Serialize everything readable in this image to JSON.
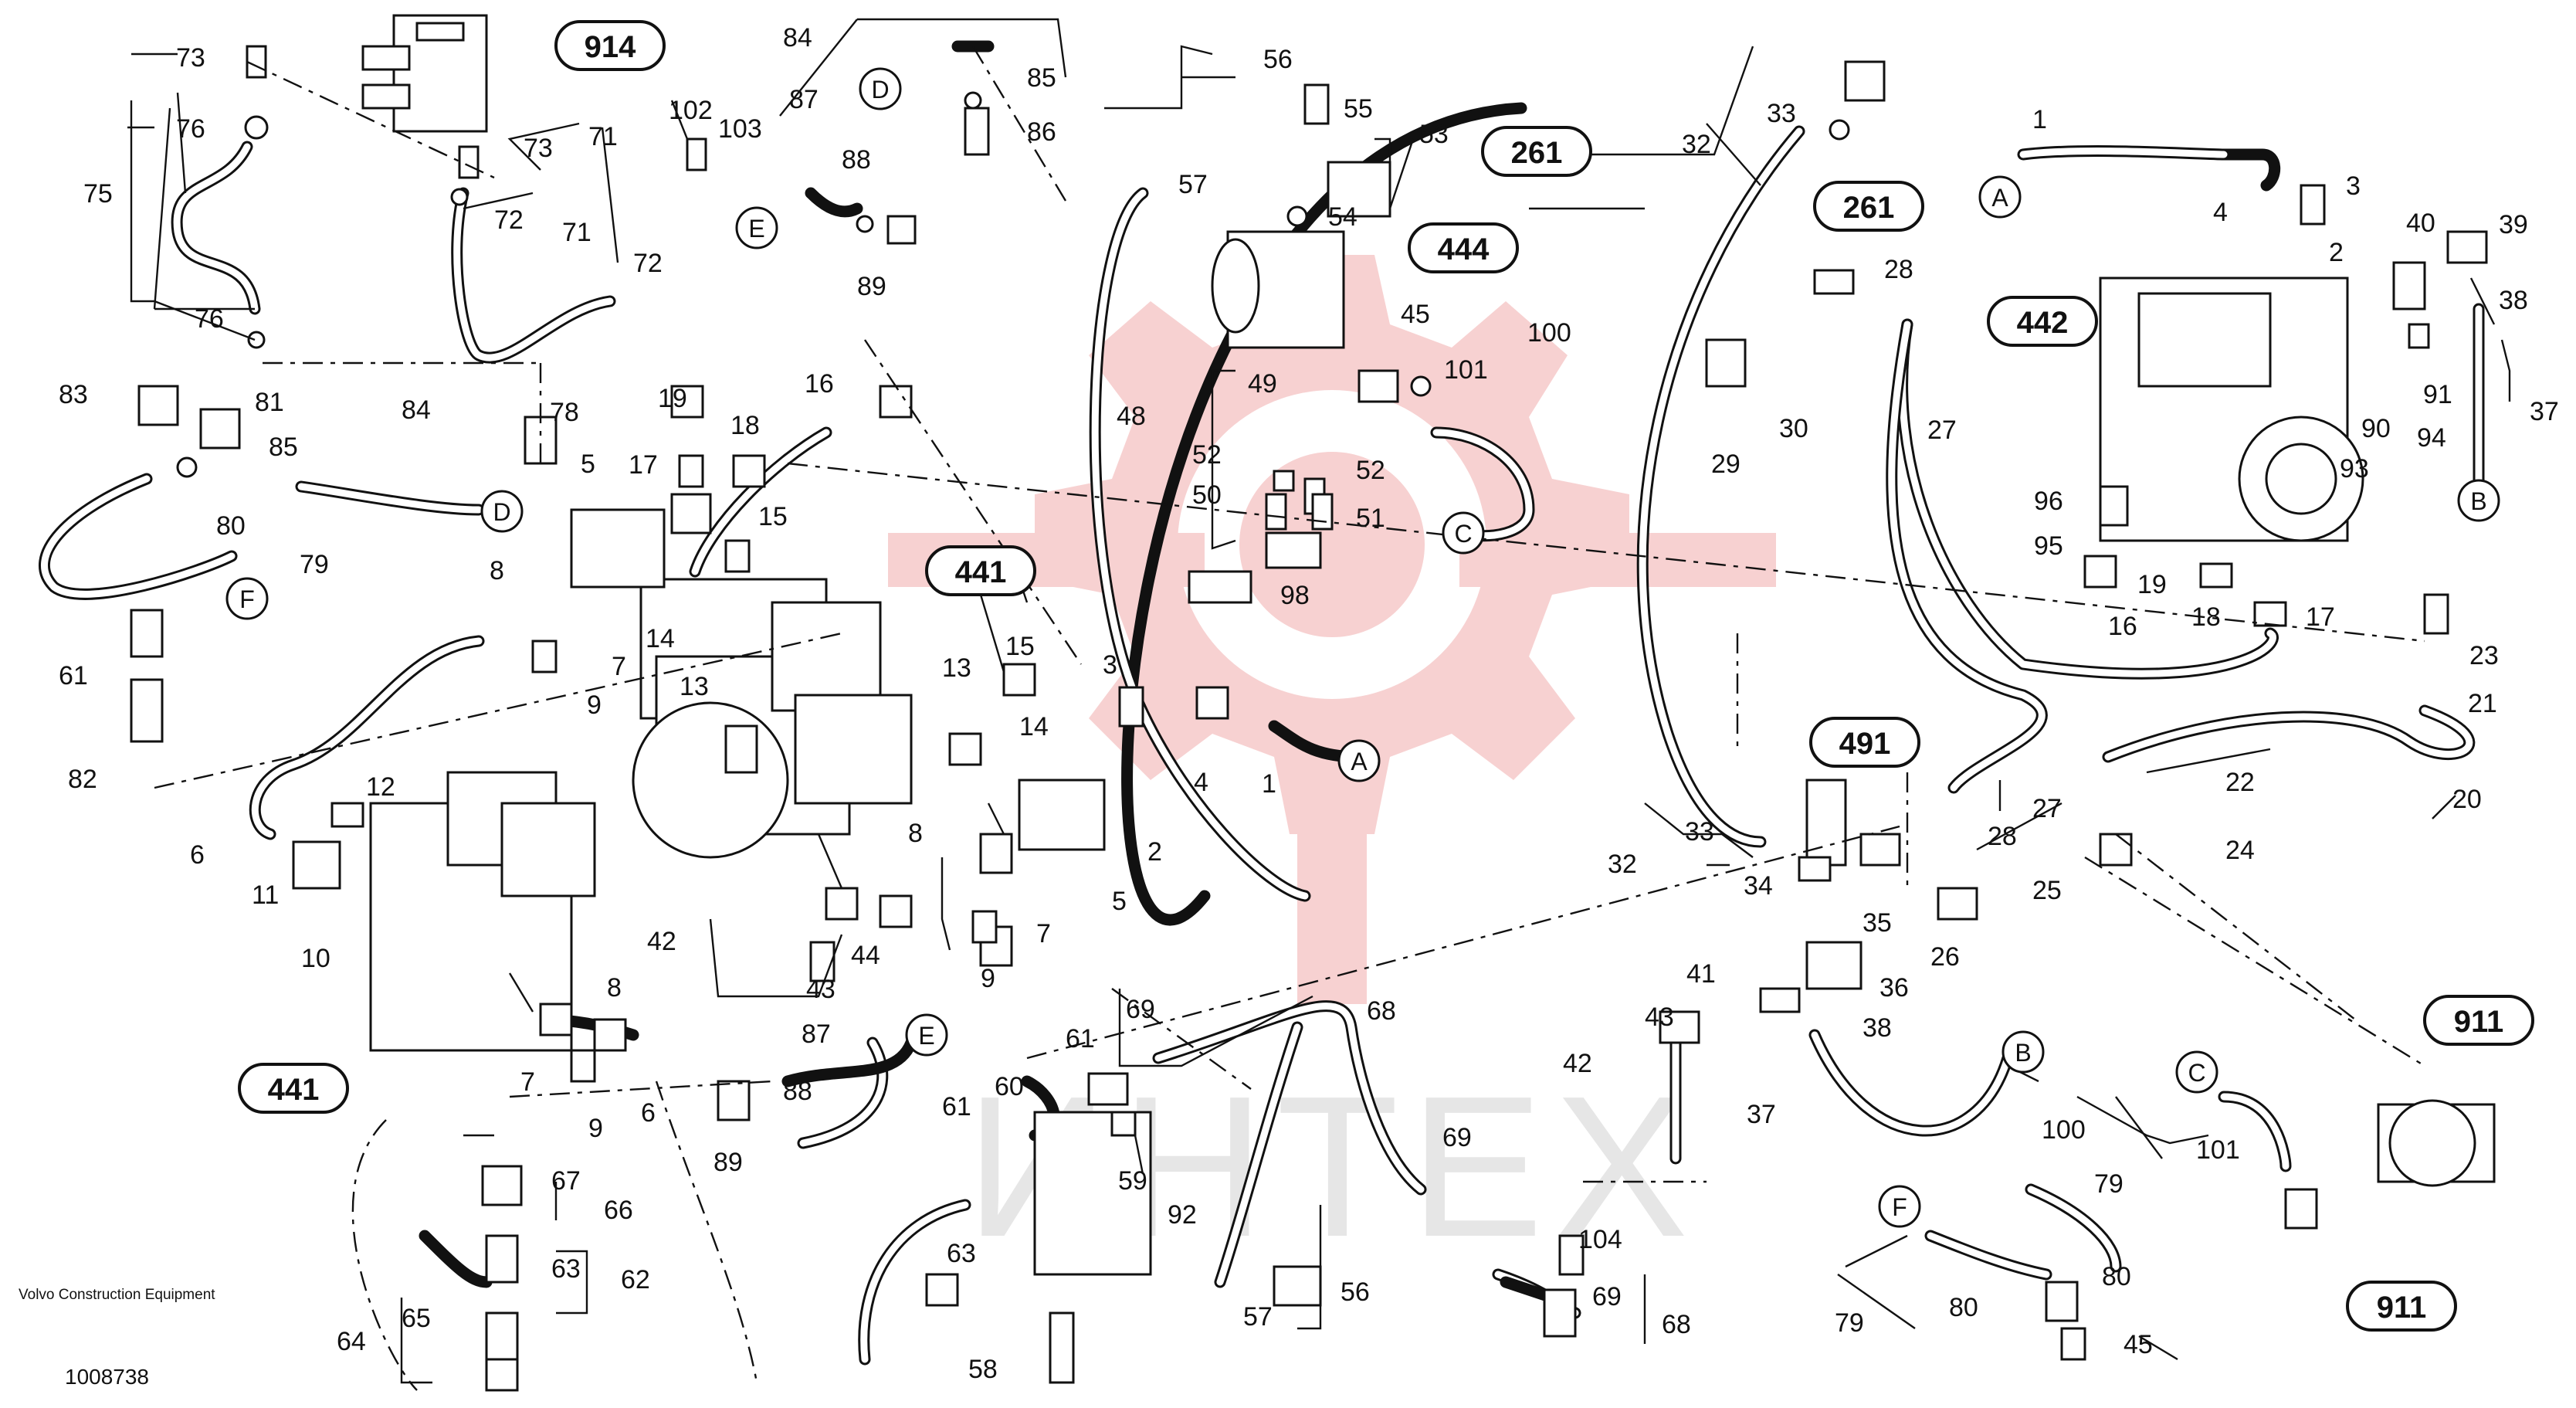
{
  "watermark": {
    "text": "ИНТЕХ",
    "gear_color": "#f6c9c9"
  },
  "footer": {
    "company": "Volvo Construction Equipment",
    "doc_number": "1008738"
  },
  "ref_labels": [
    "914",
    "441",
    "444",
    "261",
    "261",
    "442",
    "491",
    "441",
    "911",
    "911"
  ],
  "callout_letters": [
    "D",
    "E",
    "D",
    "F",
    "C",
    "A",
    "A",
    "B",
    "E",
    "B",
    "C",
    "F"
  ],
  "part_numbers": [
    "73",
    "76",
    "75",
    "76",
    "73",
    "72",
    "72",
    "71",
    "71",
    "102",
    "103",
    "84",
    "87",
    "85",
    "86",
    "88",
    "89",
    "56",
    "57",
    "55",
    "54",
    "53",
    "33",
    "32",
    "1",
    "2",
    "3",
    "4",
    "40",
    "39",
    "38",
    "37",
    "83",
    "81",
    "84",
    "85",
    "80",
    "79",
    "61",
    "82",
    "78",
    "5",
    "8",
    "7",
    "9",
    "19",
    "18",
    "16",
    "17",
    "15",
    "14",
    "13",
    "6",
    "12",
    "11",
    "10",
    "48",
    "49",
    "52",
    "52",
    "50",
    "51",
    "45",
    "101",
    "100",
    "28",
    "29",
    "30",
    "27",
    "91",
    "90",
    "94",
    "93",
    "96",
    "95",
    "19",
    "18",
    "17",
    "16",
    "23",
    "21",
    "20",
    "22",
    "24",
    "13",
    "14",
    "3",
    "4",
    "1",
    "2",
    "5",
    "8",
    "7",
    "42",
    "43",
    "44",
    "9",
    "15",
    "98",
    "32",
    "33",
    "34",
    "35",
    "25",
    "26",
    "28",
    "27",
    "36",
    "38",
    "41",
    "43",
    "42",
    "37",
    "87",
    "88",
    "89",
    "7",
    "8",
    "6",
    "9",
    "69",
    "61",
    "60",
    "59",
    "61",
    "63",
    "92",
    "68",
    "69",
    "57",
    "56",
    "58",
    "104",
    "69",
    "68",
    "79",
    "80",
    "80",
    "45",
    "79",
    "100",
    "101",
    "67",
    "66",
    "63",
    "62",
    "64",
    "65"
  ]
}
